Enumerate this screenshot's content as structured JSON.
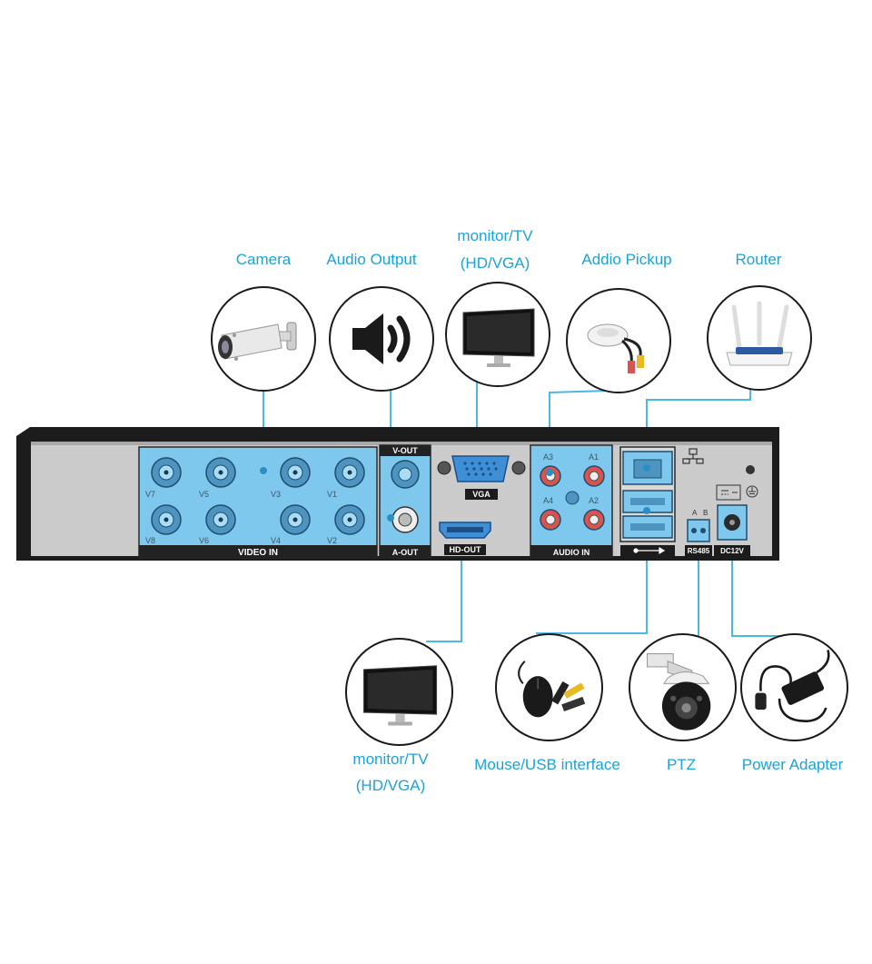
{
  "labels": {
    "camera": "Camera",
    "audio_output": "Audio Output",
    "monitor_top_1": "monitor/TV",
    "monitor_top_2": "(HD/VGA)",
    "audio_pickup": "Addio Pickup",
    "router": "Router",
    "monitor_bottom_1": "monitor/TV",
    "monitor_bottom_2": "(HD/VGA)",
    "mouse_usb": "Mouse/USB interface",
    "ptz": "PTZ",
    "power_adapter": "Power Adapter"
  },
  "panel": {
    "video_in": "VIDEO IN",
    "v_out": "V-OUT",
    "a_out": "A-OUT",
    "vga": "VGA",
    "hd_out": "HD-OUT",
    "audio_in": "AUDIO IN",
    "rs485": "RS485",
    "dc12v": "DC12V",
    "rs485_a": "A",
    "rs485_b": "B",
    "video_channels": [
      "V7",
      "V5",
      "V3",
      "V1",
      "V8",
      "V6",
      "V4",
      "V2"
    ],
    "audio_channels": [
      "A3",
      "A1",
      "A4",
      "A2"
    ]
  },
  "colors": {
    "label": "#1aa3d9",
    "connector_line": "#4cb8e6",
    "highlight": "#7ec8ee",
    "panel": "#c9c9c9",
    "panel_frame": "#2a2a2a"
  }
}
